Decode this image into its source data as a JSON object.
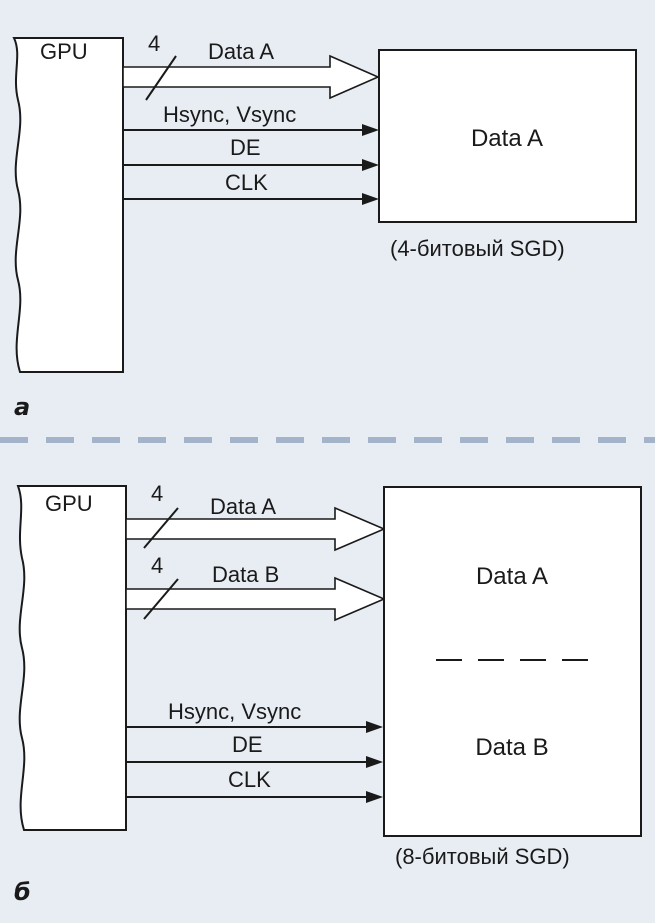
{
  "colors": {
    "background": "#e8edf3",
    "separator": "#a3b3c9",
    "ink": "#1a1a1a",
    "box_fill": "#ffffff"
  },
  "panel_a": {
    "label": "а",
    "gpu_label": "GPU",
    "bus_width": "4",
    "bus_label": "Data A",
    "signals": [
      "Hsync, Vsync",
      "DE",
      "CLK"
    ],
    "box_text": "Data A",
    "box_caption": "(4-битовый SGD)"
  },
  "panel_b": {
    "label": "б",
    "gpu_label": "GPU",
    "bus_a_width": "4",
    "bus_a_label": "Data A",
    "bus_b_width": "4",
    "bus_b_label": "Data B",
    "signals": [
      "Hsync, Vsync",
      "DE",
      "CLK"
    ],
    "box_text_top": "Data A",
    "box_text_bottom": "Data B",
    "box_caption": "(8-битовый SGD)"
  }
}
